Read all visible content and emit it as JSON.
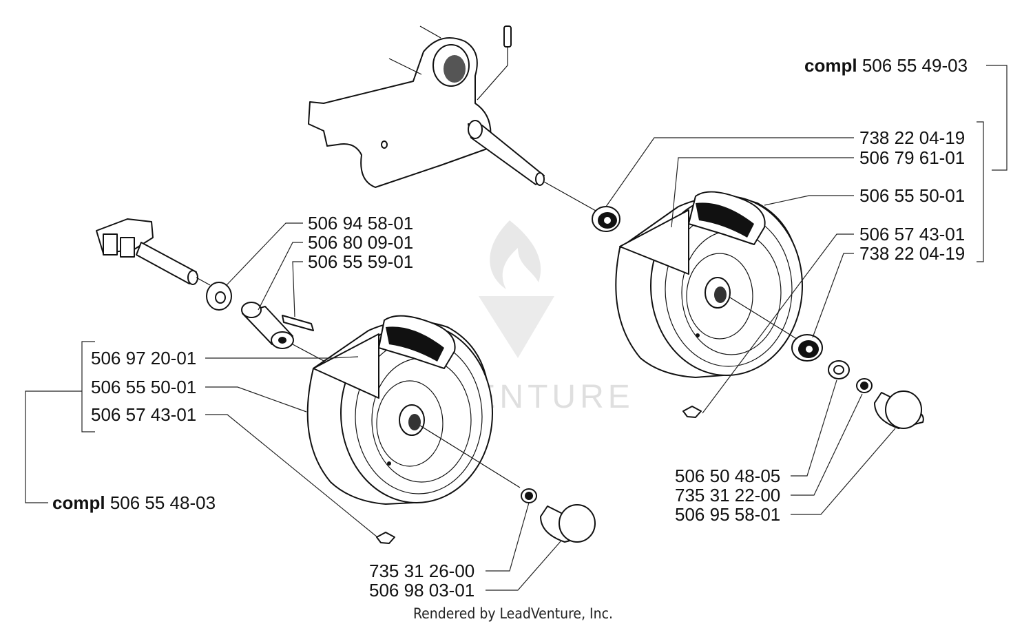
{
  "assemblies": {
    "right": {
      "prefix": "compl",
      "number": "506 55 49-03"
    },
    "left": {
      "prefix": "compl",
      "number": "506 55 48-03"
    }
  },
  "right_parts": [
    "738 22 04-19",
    "506 79 61-01",
    "506 55 50-01",
    "506 57 43-01",
    "738 22 04-19"
  ],
  "right_lower_parts": [
    "506 50 48-05",
    "735 31 22-00",
    "506 95 58-01"
  ],
  "axle_parts": [
    "506 94 58-01",
    "506 80 09-01",
    "506 55 59-01"
  ],
  "left_parts": [
    "506 97 20-01",
    "506 55 50-01",
    "506 57 43-01"
  ],
  "bottom_parts": [
    "735 31 26-00",
    "506 98 03-01"
  ],
  "footer": "Rendered by LeadVenture, Inc.",
  "watermark": "LEADVENTURE"
}
